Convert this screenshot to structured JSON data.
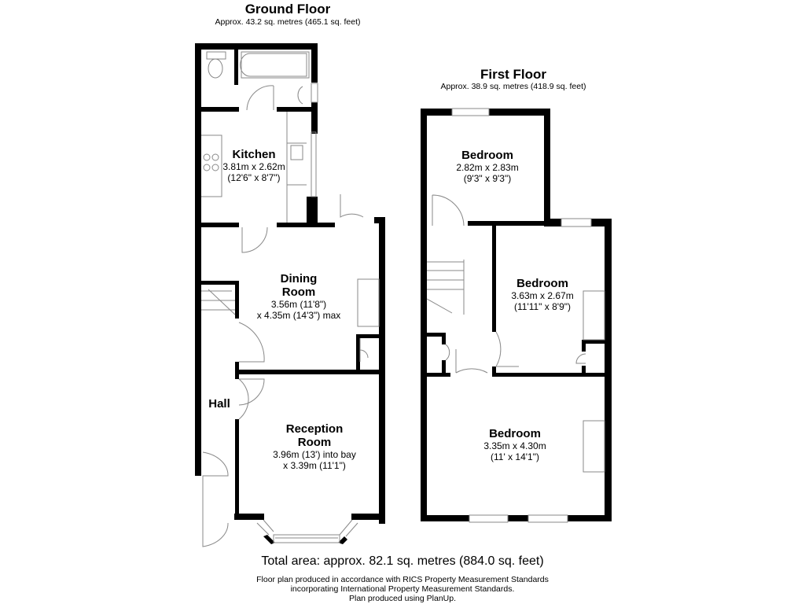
{
  "ground_floor": {
    "title": "Ground Floor",
    "area": "Approx. 43.2 sq. metres (465.1 sq. feet)",
    "rooms": {
      "kitchen": {
        "name": "Kitchen",
        "dim1": "3.81m x 2.62m",
        "dim2": "(12'6\" x 8'7\")"
      },
      "dining": {
        "name1": "Dining",
        "name2": "Room",
        "dim1": "3.56m (11'8\")",
        "dim2": "x 4.35m (14'3\") max"
      },
      "hall": {
        "name": "Hall"
      },
      "reception": {
        "name1": "Reception",
        "name2": "Room",
        "dim1": "3.96m (13') into bay",
        "dim2": "x 3.39m (11'1\")"
      }
    }
  },
  "first_floor": {
    "title": "First Floor",
    "area": "Approx. 38.9 sq. metres (418.9 sq. feet)",
    "rooms": {
      "bedroom_rear": {
        "name": "Bedroom",
        "dim1": "2.82m x 2.83m",
        "dim2": "(9'3\" x 9'3\")"
      },
      "bedroom_middle": {
        "name": "Bedroom",
        "dim1": "3.63m x 2.67m",
        "dim2": "(11'11\" x 8'9\")"
      },
      "bedroom_front": {
        "name": "Bedroom",
        "dim1": "3.35m x 4.30m",
        "dim2": "(11' x 14'1\")"
      }
    }
  },
  "footer": {
    "total": "Total area: approx. 82.1 sq. metres (884.0 sq. feet)",
    "line1": "Floor plan produced in accordance with RICS Property Measurement Standards",
    "line2": "incorporating International Property Measurement Standards.",
    "line3": "Plan produced using PlanUp."
  },
  "colors": {
    "wall": "#000000",
    "background": "#ffffff",
    "fixture_line": "#888888"
  }
}
